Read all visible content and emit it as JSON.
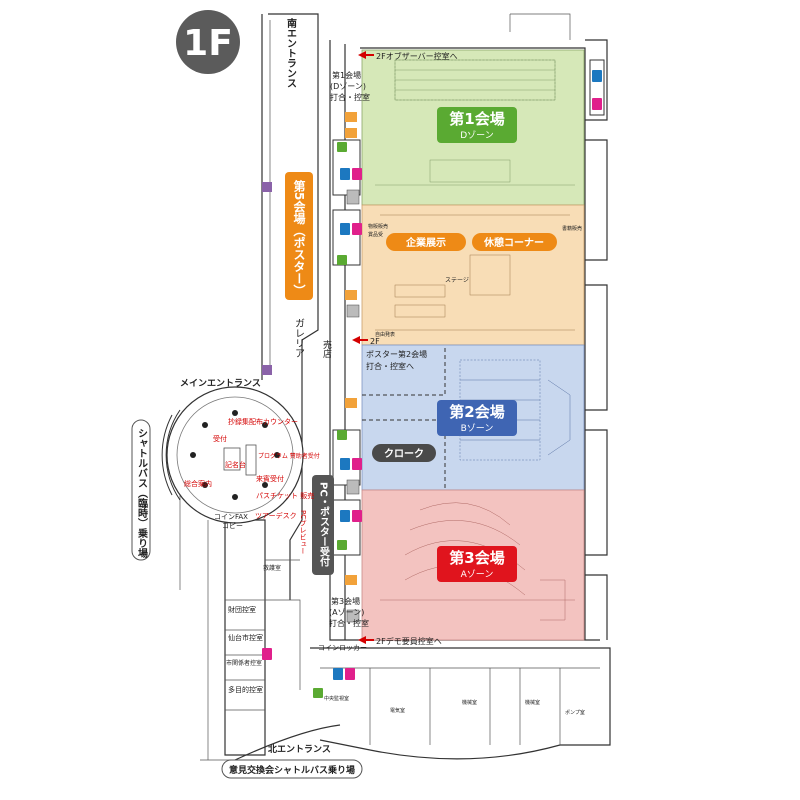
{
  "floor_badge": "1F",
  "entrances": {
    "south": "南エントランス",
    "main": "メインエントランス",
    "north": "北エントランス"
  },
  "halls": {
    "hall1": {
      "title": "第1会場",
      "zone": "Dゾーン",
      "color": "#d6e8b8",
      "badge": "#5aaa32"
    },
    "hall2": {
      "title": "第2会場",
      "zone": "Bゾーン",
      "color": "#c8d7ee",
      "badge": "#3f65b3"
    },
    "hall3": {
      "title": "第3会場",
      "zone": "Aゾーン",
      "color": "#f3c3c0",
      "badge": "#e0141d"
    },
    "hall5": {
      "title": "第5会場（ポスター）",
      "color": "#ee8a16"
    },
    "middle_color": "#f8ddb6"
  },
  "pills": {
    "exhibit": "企業展示",
    "rest": "休憩コーナー",
    "cloak": "クローク",
    "pc_poster": "PC・ポスター受付"
  },
  "notes": {
    "observer": "2Fオブザーバー控室へ",
    "demo": "2Fデモ要員控室へ",
    "poster_2f": "2F ポスター第2会場 打合・控室へ",
    "d_meet": "第1会場 (Dゾーン) 打合・控室",
    "a_meet": "第3会場 (Aゾーン) 打合・控室"
  },
  "labels": {
    "galleria": "ガレリア",
    "shop": "売店",
    "stage": "ステージ",
    "free_present": "自由発表",
    "goods_sales": "物販販売",
    "prize_receipt": "賞品受",
    "books": "書籍販売",
    "coin_fax": "コインFAX",
    "copy": "コピー",
    "coin_locker": "コインロッカー",
    "central_control": "中央監視室",
    "electric": "電気室",
    "machine1": "機械室",
    "machine2": "機械室",
    "pump": "ポンプ室",
    "tour_desk": "ツアーデスク",
    "pc_preview": "PCプレビュー",
    "printed_counter": "抄録集配布カウンター",
    "reception": "受付",
    "name_desk": "記名台",
    "program_desk": "プログラム 賛助者受付",
    "guest_desk": "来賓受付",
    "general_info": "総合案内",
    "pass_ticket": "パスチケット 販売",
    "first_aid": "救護室",
    "foundation": "財団控室",
    "city": "仙台市控室",
    "related": "市関係者控室",
    "multi": "多目的控室",
    "shuttle_left": "シャトルバス（臨時）乗り場",
    "shuttle_bottom": "意見交換会シャトルバス乗り場"
  }
}
